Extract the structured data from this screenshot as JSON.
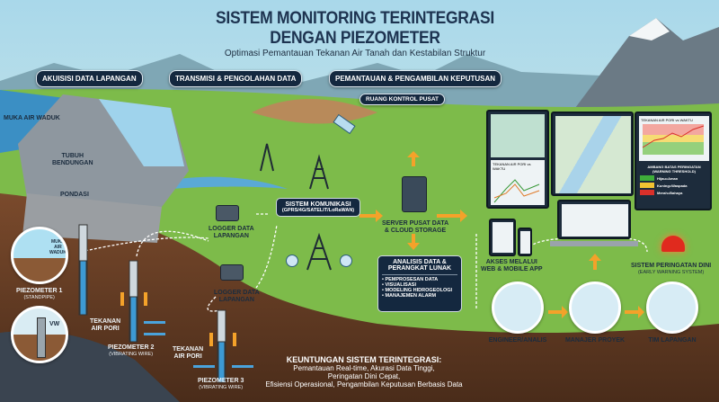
{
  "header": {
    "title_line1": "SISTEM MONITORING TERINTEGRASI",
    "title_line2": "DENGAN PIEZOMETER",
    "subtitle": "Optimasi Pemantauan Tekanan Air Tanah dan Kestabilan Struktur"
  },
  "sections": {
    "acquisition": "AKUISISI DATA LAPANGAN",
    "transmission": "TRANSMISI & PENGOLAHAN DATA",
    "monitoring": "PEMANTAUAN & PENGAMBILAN KEPUTUSAN"
  },
  "dam": {
    "reservoir_level": "MUKA AIR WADUK",
    "body_1": "TUBUH",
    "body_2": "BENDUNGAN",
    "foundation": "PONDASI"
  },
  "piezometers": {
    "p1_inset_label_1": "MUKA",
    "p1_inset_label_2": "AIR",
    "p1_inset_label_3": "WADUK",
    "p1_name": "PIEZOMETER 1",
    "p1_type": "(STANDPIPE)",
    "vw_label": "VW",
    "p2_name": "PIEZOMETER 2",
    "p2_type": "(VIBRATING WIRE)",
    "p3_name": "PIEZOMETER 3",
    "p3_type": "(VIBRATING WIRE)",
    "pore_pressure_1a": "TEKANAN",
    "pore_pressure_1b": "AIR PORI",
    "pore_pressure_2a": "TEKANAN",
    "pore_pressure_2b": "AIR PORI"
  },
  "loggers": [
    {
      "line1": "LOGGER DATA",
      "line2": "LAPANGAN"
    },
    {
      "line1": "LOGGER DATA",
      "line2": "LAPANGAN"
    }
  ],
  "communication": {
    "title": "SISTEM KOMUNIKASI",
    "subtitle": "(GPRS/4G/SATELIT/LoRaWAN)"
  },
  "server": {
    "line1": "SERVER PUSAT DATA",
    "line2": "& CLOUD STORAGE"
  },
  "analysis": {
    "title_1": "ANALISIS DATA &",
    "title_2": "PERANGKAT LUNAK",
    "items": [
      "PEMPROSESAN DATA",
      "VISUALISASI",
      "MODELING HIDROGEOLOGI",
      "MANAJEMEN ALARM"
    ]
  },
  "control_room": {
    "label": "RUANG KONTROL PUSAT",
    "chart_title_left": "TEKANAN AIR PORI vs WAKTU",
    "chart_title_right": "TEKANAN AIR PORI vs WAKTU",
    "threshold_title_1": "AMBANG BATAS PERINGATAN",
    "threshold_title_2": "(WARNING THRESHOLD)",
    "thresholds": [
      {
        "label": "Hijau=Aman",
        "color": "#3fae3a"
      },
      {
        "label": "Kuning=Waspada",
        "color": "#f1c232"
      },
      {
        "label": "Merah=Bahaya",
        "color": "#d9302a"
      }
    ]
  },
  "access": {
    "line1": "AKSES MELALUI",
    "line2": "WEB & MOBILE APP"
  },
  "ews": {
    "line1": "SISTEM PERINGATAN DINI",
    "line2": "(EARLY WARNING SYSTEM)"
  },
  "roles": [
    "ENGINEER/ANALIS",
    "MANAJER PROYEK",
    "TIM LAPANGAN"
  ],
  "benefits": {
    "title": "KEUNTUNGAN SISTEM TERINTEGRASI:",
    "line1": "Pemantauan Real-time, Akurasi Data Tinggi,",
    "line2": "Peringatan Dini Cepat,",
    "line3": "Efisiensi Operasional, Pengambilan Keputusan Berbasis Data"
  }
}
